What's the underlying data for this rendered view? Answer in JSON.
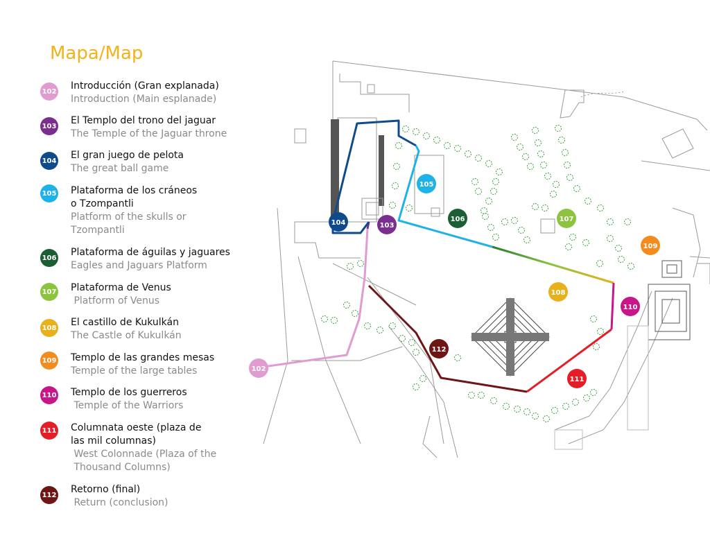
{
  "title": "Mapa/Map",
  "stops": [
    {
      "num": "102",
      "color": "#e09bd0",
      "es": [
        "Introducción (Gran explanada)"
      ],
      "en": [
        "Introduction (Main esplanade)"
      ]
    },
    {
      "num": "103",
      "color": "#7a2f8e",
      "es": [
        "El Templo del trono del jaguar"
      ],
      "en": [
        "The Temple of the Jaguar throne"
      ]
    },
    {
      "num": "104",
      "color": "#0f4b8a",
      "es": [
        "El gran juego de pelota"
      ],
      "en": [
        "The great ball game"
      ]
    },
    {
      "num": "105",
      "color": "#1fb2e8",
      "es": [
        "Plataforma de los cráneos",
        "o Tzompantli"
      ],
      "en": [
        "Platform of the skulls or",
        "Tzompantli"
      ]
    },
    {
      "num": "106",
      "color": "#1c5e34",
      "es": [
        "Plataforma de águilas y jaguares"
      ],
      "en": [
        "Eagles and Jaguars Platform"
      ]
    },
    {
      "num": "107",
      "color": "#8cc43f",
      "es": [
        "Plataforma de Venus"
      ],
      "en": [
        " Platform of Venus"
      ]
    },
    {
      "num": "108",
      "color": "#e8b01c",
      "es": [
        "El castillo de Kukulkán"
      ],
      "en": [
        "The Castle of Kukulkán"
      ]
    },
    {
      "num": "109",
      "color": "#f28c1e",
      "es": [
        "Templo de las grandes mesas"
      ],
      "en": [
        "Temple of the large tables"
      ]
    },
    {
      "num": "110",
      "color": "#c8168a",
      "es": [
        "Templo de los guerreros"
      ],
      "en": [
        " Temple of the Warriors"
      ]
    },
    {
      "num": "111",
      "color": "#e41e26",
      "es": [
        "Columnata oeste (plaza de",
        "las mil columnas)"
      ],
      "en": [
        " West Colonnade (Plaza of the",
        " Thousand Columns)"
      ]
    },
    {
      "num": "112",
      "color": "#6e1616",
      "es": [
        "Retorno (final)"
      ],
      "en": [
        " Return (conclusion)"
      ]
    }
  ]
}
